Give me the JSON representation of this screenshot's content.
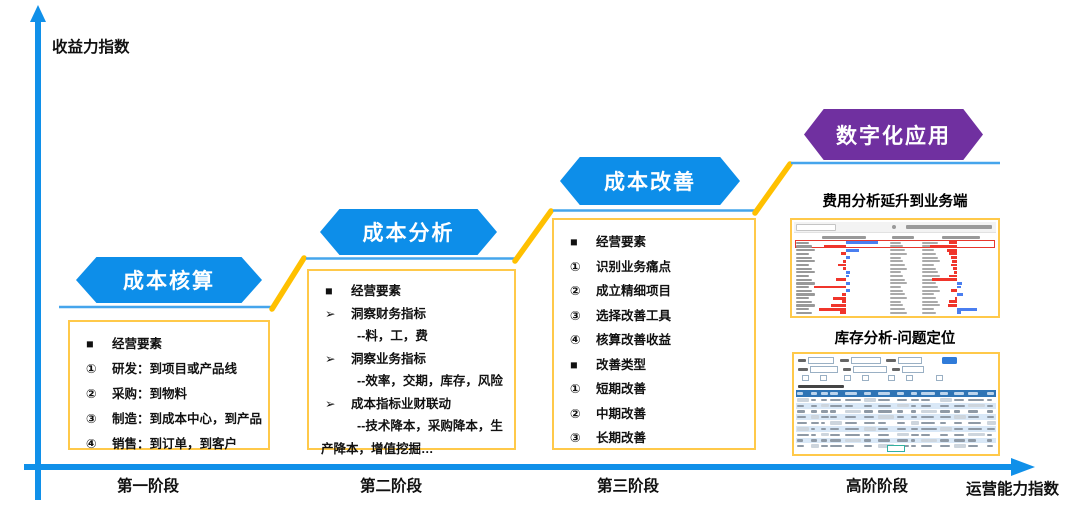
{
  "axes": {
    "y_label": "收益力指数",
    "x_label": "运营能力指数",
    "stage_labels": [
      "第一阶段",
      "第二阶段",
      "第三阶段",
      "高阶阶段"
    ]
  },
  "colors": {
    "stage_blue": "#0d8ee9",
    "stage_purple": "#7030a0",
    "gold": "#ffc000",
    "axis_blue": "#1090e9",
    "step_blue": "#45a5ec",
    "bar_red": "#f0352b",
    "bar_blue": "#4a7ef0",
    "table_header_blue": "#2e74b5",
    "row_alt_blue": "#d9e8f7",
    "highlight_red": "#e8372c"
  },
  "stages": [
    {
      "banner": "成本核算",
      "items": [
        [
          "■",
          "经营要素",
          0
        ],
        [
          "①",
          "研发：到项目或产品线",
          0
        ],
        [
          "②",
          "采购：到物料",
          0
        ],
        [
          "③",
          "制造：到成本中心，到产品",
          0
        ],
        [
          "④",
          "销售：到订单，到客户",
          0
        ]
      ]
    },
    {
      "banner": "成本分析",
      "items": [
        [
          "■",
          "经营要素",
          0
        ],
        [
          "➢",
          "洞察财务指标",
          0
        ],
        [
          "",
          "--料，工，费",
          1
        ],
        [
          "➢",
          "洞察业务指标",
          0
        ],
        [
          "",
          "--效率，交期，库存，风险",
          1
        ],
        [
          "➢",
          "成本指标业财联动",
          0
        ],
        [
          "",
          "--技术降本，采购降本，生产降本，增值挖掘…",
          1
        ]
      ]
    },
    {
      "banner": "成本改善",
      "items": [
        [
          "■",
          "经营要素",
          0
        ],
        [
          "①",
          "识别业务痛点",
          0
        ],
        [
          "②",
          "成立精细项目",
          0
        ],
        [
          "③",
          "选择改善工具",
          0
        ],
        [
          "④",
          "核算改善收益",
          0
        ],
        [
          "■",
          "改善类型",
          0
        ],
        [
          "①",
          "短期改善",
          0
        ],
        [
          "②",
          "中期改善",
          0
        ],
        [
          "③",
          "长期改善",
          0
        ]
      ]
    },
    {
      "banner": "数字化应用",
      "panels": [
        {
          "title": "费用分析延升到业务端",
          "type": "variance-bars",
          "bar_rows": [
            {
              "l": 32,
              "r": -8,
              "highlight": true
            },
            {
              "l": -22,
              "r": -27
            },
            {
              "l": 13,
              "r": -10
            },
            {
              "l": -5,
              "r": -8
            },
            {
              "l": 4,
              "r": -6
            },
            {
              "l": -3,
              "r": -5
            },
            {
              "l": -8,
              "r": -6
            },
            {
              "l": -3,
              "r": -4
            },
            {
              "l": 4,
              "r": -3
            },
            {
              "l": 3,
              "r": -8
            },
            {
              "l": -10,
              "r": -25
            },
            {
              "l": 4,
              "r": 5
            },
            {
              "l": -32,
              "r": 4
            },
            {
              "l": 4,
              "r": -6
            },
            {
              "l": -4,
              "r": 6
            },
            {
              "l": -13,
              "r": -2
            },
            {
              "l": -4,
              "r": -8
            },
            {
              "l": -15,
              "r": -9
            },
            {
              "l": -27,
              "r": 20
            },
            {
              "l": -6,
              "r": 4
            }
          ]
        },
        {
          "title": "库存分析-问题定位",
          "type": "data-table",
          "table_rows": 9,
          "table_cols": 14
        }
      ]
    }
  ]
}
